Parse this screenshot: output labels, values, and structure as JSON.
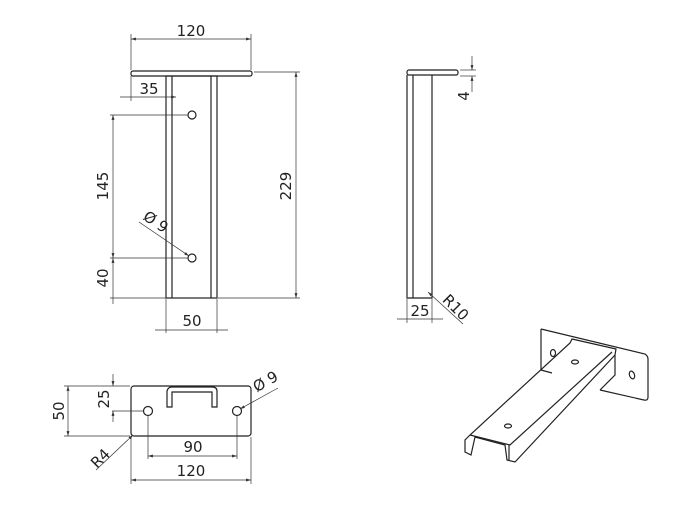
{
  "front_view": {
    "plate_width": "120",
    "hole_offset": "35",
    "hole_spacing": "145",
    "bottom_hole_offset": "40",
    "height": "229",
    "channel_width": "50",
    "hole_diameter": "Ø 9"
  },
  "side_view": {
    "plate_thickness": "4",
    "channel_depth": "25",
    "bend_radius": "R10"
  },
  "bottom_view": {
    "plate_height": "50",
    "hole_center_height": "25",
    "hole_spacing": "90",
    "plate_width": "120",
    "corner_radius": "R4",
    "hole_diameter": "Ø 9"
  },
  "colors": {
    "line": "#222222",
    "background": "#ffffff"
  }
}
